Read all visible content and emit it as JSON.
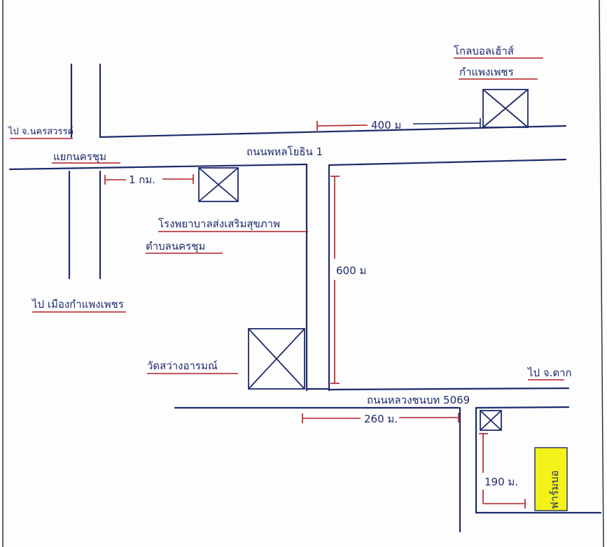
{
  "map": {
    "labels": {
      "golf_house": "โกลบอลเฮ้าส์",
      "golf_house_sub": "กำแพงเพชร",
      "to_nakhon_sawan": "ไป จ.นครสวรรค์",
      "dist_400": "400 ม",
      "road_phahon": "ถนนพหลโยธิน 1",
      "intersection": "แยกนครชุม",
      "dist_1km": "1 กม.",
      "hospital": "โรงพยาบาลส่งเสริมสุขภาพ",
      "hospital_sub": "ตำบลนครชุม",
      "dist_600": "600 ม",
      "to_kamphaeng": "ไป เมืองกำแพงเพชร",
      "temple": "วัดสว่างอารมณ์",
      "to_tak": "ไป จ.ตาก",
      "highway": "ถนนหลวงชนบท 5069",
      "dist_260": "260 ม.",
      "dist_190": "190 ม.",
      "destination": "ฟาร์มบอ"
    },
    "colors": {
      "ink": "#1d2a6b",
      "underline": "#b01e24",
      "highlight": "#f3f21a"
    }
  }
}
